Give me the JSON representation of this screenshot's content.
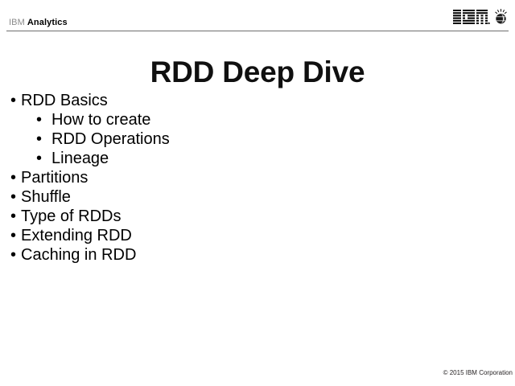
{
  "header": {
    "brand_primary": "IBM",
    "brand_unit": "Analytics",
    "logo_wordmark": "IBM",
    "logo_icon_name": "ibm-globe-icon"
  },
  "title": {
    "text": "RDD Deep Dive"
  },
  "body": {
    "bullet_glyph": "•",
    "items": [
      {
        "level": 1,
        "text": "RDD Basics"
      },
      {
        "level": 2,
        "text": "How to create"
      },
      {
        "level": 2,
        "text": "RDD Operations"
      },
      {
        "level": 2,
        "text": "Lineage"
      },
      {
        "level": 1,
        "text": "Partitions"
      },
      {
        "level": 1,
        "text": "Shuffle"
      },
      {
        "level": 1,
        "text": "Type of RDDs"
      },
      {
        "level": 1,
        "text": "Extending RDD"
      },
      {
        "level": 1,
        "text": "Caching in RDD"
      }
    ]
  },
  "footer": {
    "copyright": "© 2015 IBM Corporation"
  },
  "colors": {
    "background": "#ffffff",
    "text": "#000000",
    "brand_gray": "#8c8c8c",
    "rule": "#6e6e6e"
  }
}
